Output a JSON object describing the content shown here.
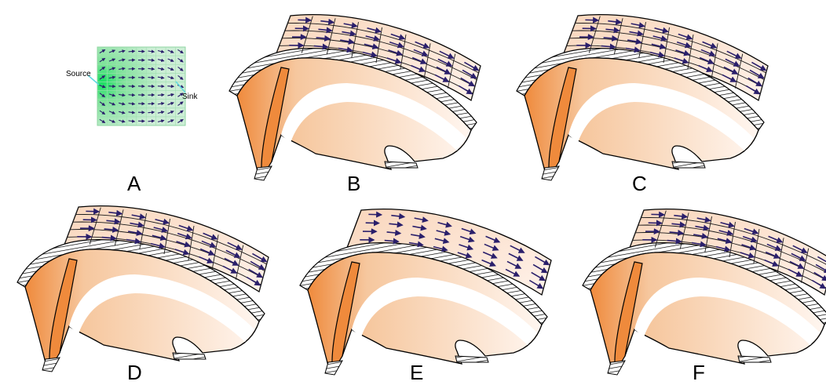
{
  "inset": {
    "source_label": "Source",
    "sink_label": "Sink",
    "field_color": "#6fd88a",
    "source_color": "#1fe06a",
    "grid_color": "#9fdfb0"
  },
  "colors": {
    "surface_light": "#fdf2ea",
    "surface_mid": "#f6c79e",
    "surface_dark": "#ef8a3c",
    "outline": "#000000",
    "arrow": "#2a1f6b"
  },
  "panels": [
    {
      "label": "A",
      "kind": "vector-field-inset"
    },
    {
      "label": "B",
      "kind": "shell-grid-arrows"
    },
    {
      "label": "C",
      "kind": "shell-grid-arrows"
    },
    {
      "label": "D",
      "kind": "shell-grid-arrows"
    },
    {
      "label": "E",
      "kind": "shell-arrows-no-grid"
    },
    {
      "label": "F",
      "kind": "shell-grid-arrows"
    }
  ]
}
